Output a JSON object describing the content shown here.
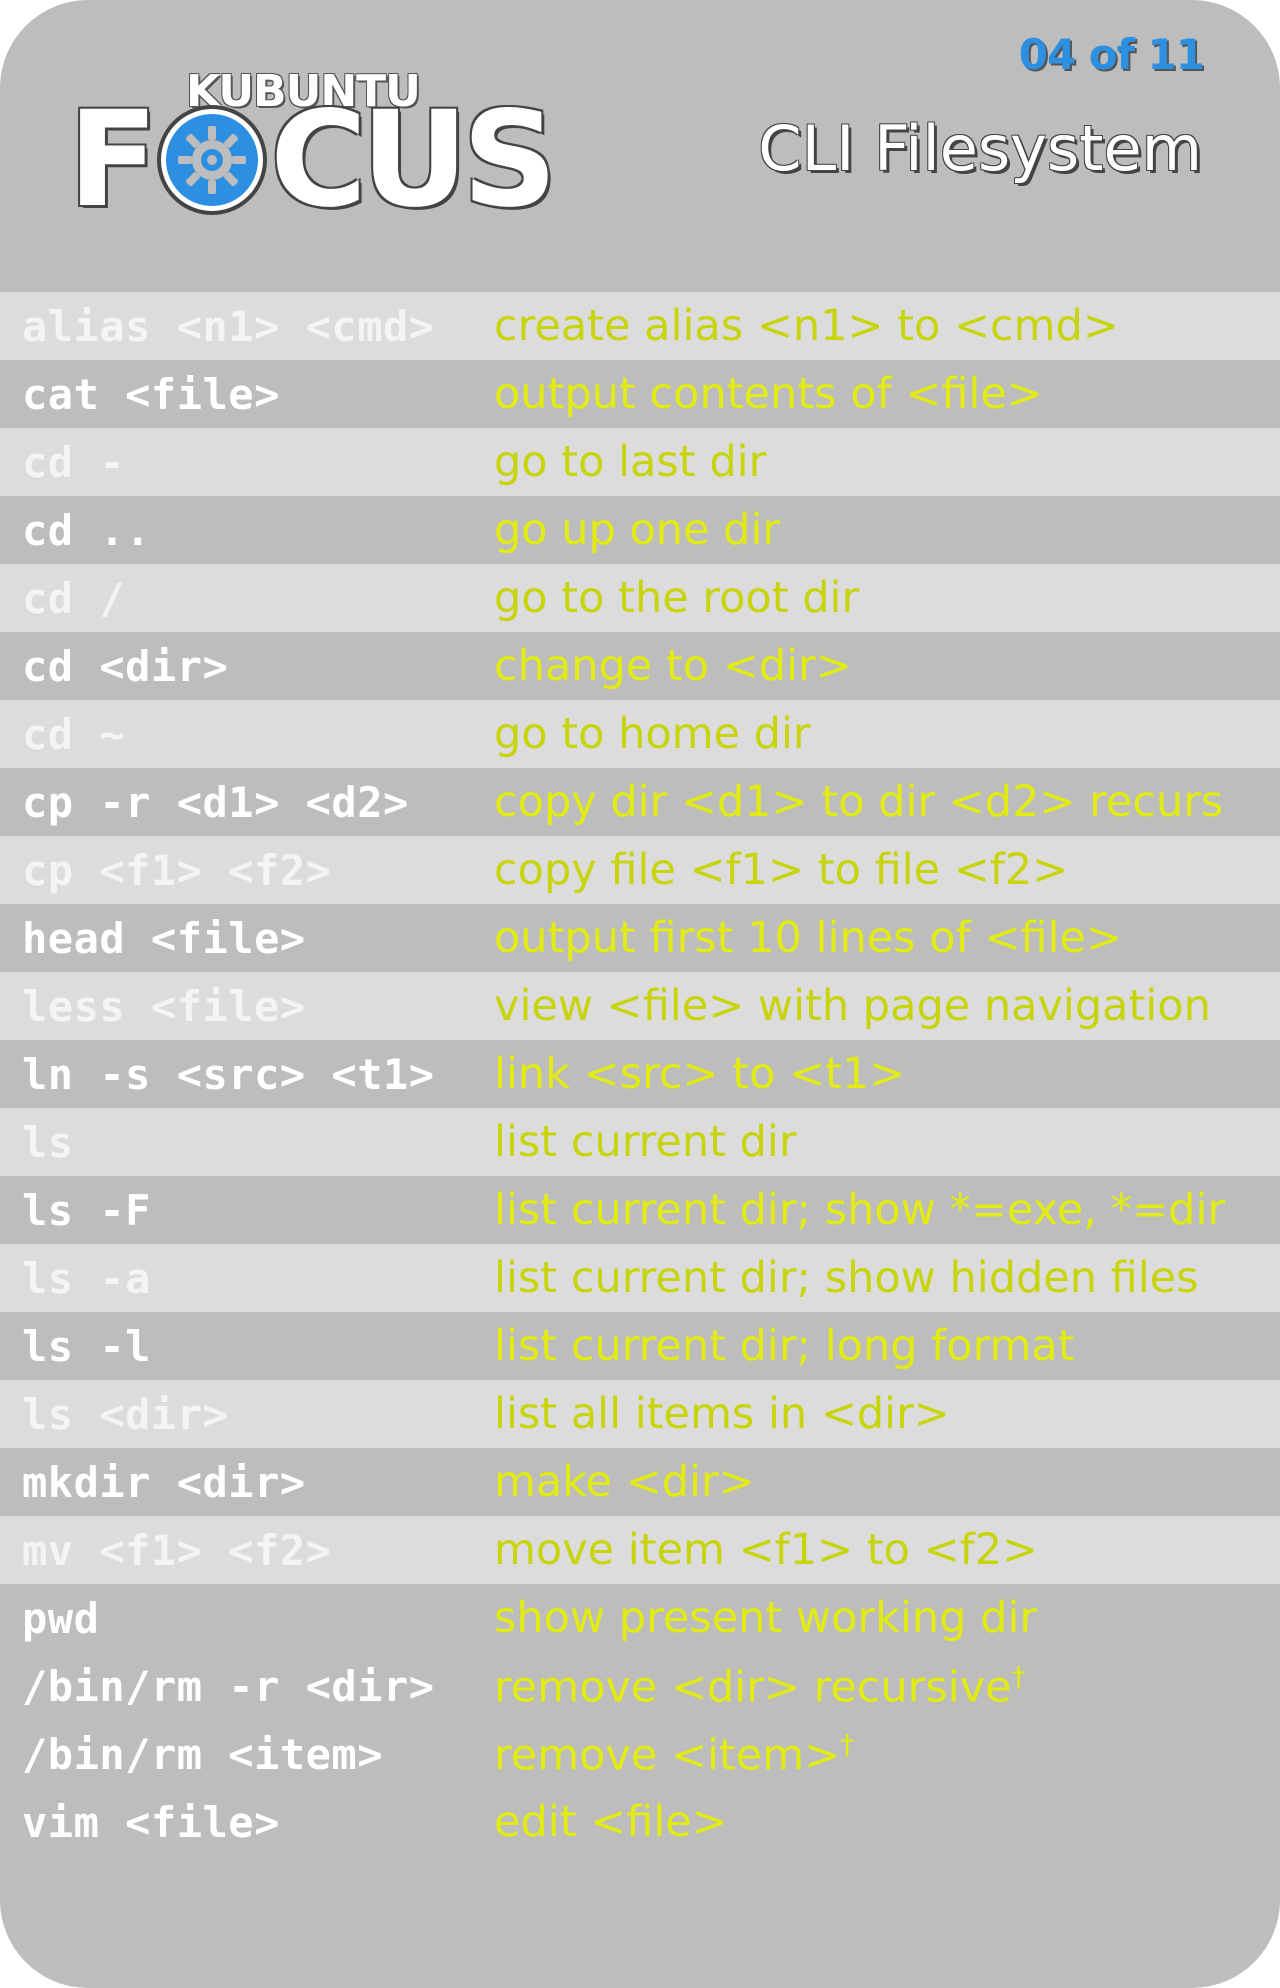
{
  "header": {
    "logo_top": "KUBUNTU",
    "logo_letters": [
      "F",
      "CUS"
    ],
    "page_counter": "04 of 11",
    "title": "CLI Filesystem"
  },
  "colors": {
    "background": "#bdbdbd",
    "row_light": "#dcdcdc",
    "accent_blue": "#2d8fe0",
    "description_text": "#e2ec10"
  },
  "icons": {
    "logo_o": "kde-gear-icon"
  },
  "commands": [
    {
      "cmd": "alias <n1> <cmd>",
      "desc": "create alias <n1> to <cmd>"
    },
    {
      "cmd": "cat <file>",
      "desc": "output contents of <file>"
    },
    {
      "cmd": "cd -",
      "desc": "go to last dir"
    },
    {
      "cmd": "cd ..",
      "desc": "go up one dir"
    },
    {
      "cmd": "cd /",
      "desc": "go to the root dir"
    },
    {
      "cmd": "cd <dir>",
      "desc": "change to <dir>"
    },
    {
      "cmd": "cd ~",
      "desc": "go to home dir"
    },
    {
      "cmd": "cp -r <d1> <d2>",
      "desc": "copy dir <d1> to dir <d2> recurs"
    },
    {
      "cmd": "cp <f1> <f2>",
      "desc": "copy file <f1> to file <f2>"
    },
    {
      "cmd": "head <file>",
      "desc": "output first 10 lines of <file>"
    },
    {
      "cmd": "less <file>",
      "desc": "view <file> with page navigation"
    },
    {
      "cmd": "ln -s <src> <t1>",
      "desc": "link <src> to <t1>"
    },
    {
      "cmd": "ls",
      "desc": "list current dir"
    },
    {
      "cmd": "ls -F",
      "desc": "list current dir; show *=exe, *=dir"
    },
    {
      "cmd": "ls -a",
      "desc": "list current dir; show hidden files"
    },
    {
      "cmd": "ls -l",
      "desc": "list current dir; long format"
    },
    {
      "cmd": "ls <dir>",
      "desc": "list all items in <dir>"
    },
    {
      "cmd": "mkdir <dir>",
      "desc": "make <dir>"
    },
    {
      "cmd": "mv <f1> <f2>",
      "desc": "move item <f1> to <f2>"
    },
    {
      "cmd": "pwd",
      "desc": "show present working dir"
    },
    {
      "cmd": "/bin/rm -r <dir>",
      "desc": "remove <dir> recursive",
      "dagger": "†"
    },
    {
      "cmd": "/bin/rm <item>",
      "desc": "remove <item>",
      "dagger": "†"
    },
    {
      "cmd": "vim <file>",
      "desc": "edit <file>"
    }
  ]
}
